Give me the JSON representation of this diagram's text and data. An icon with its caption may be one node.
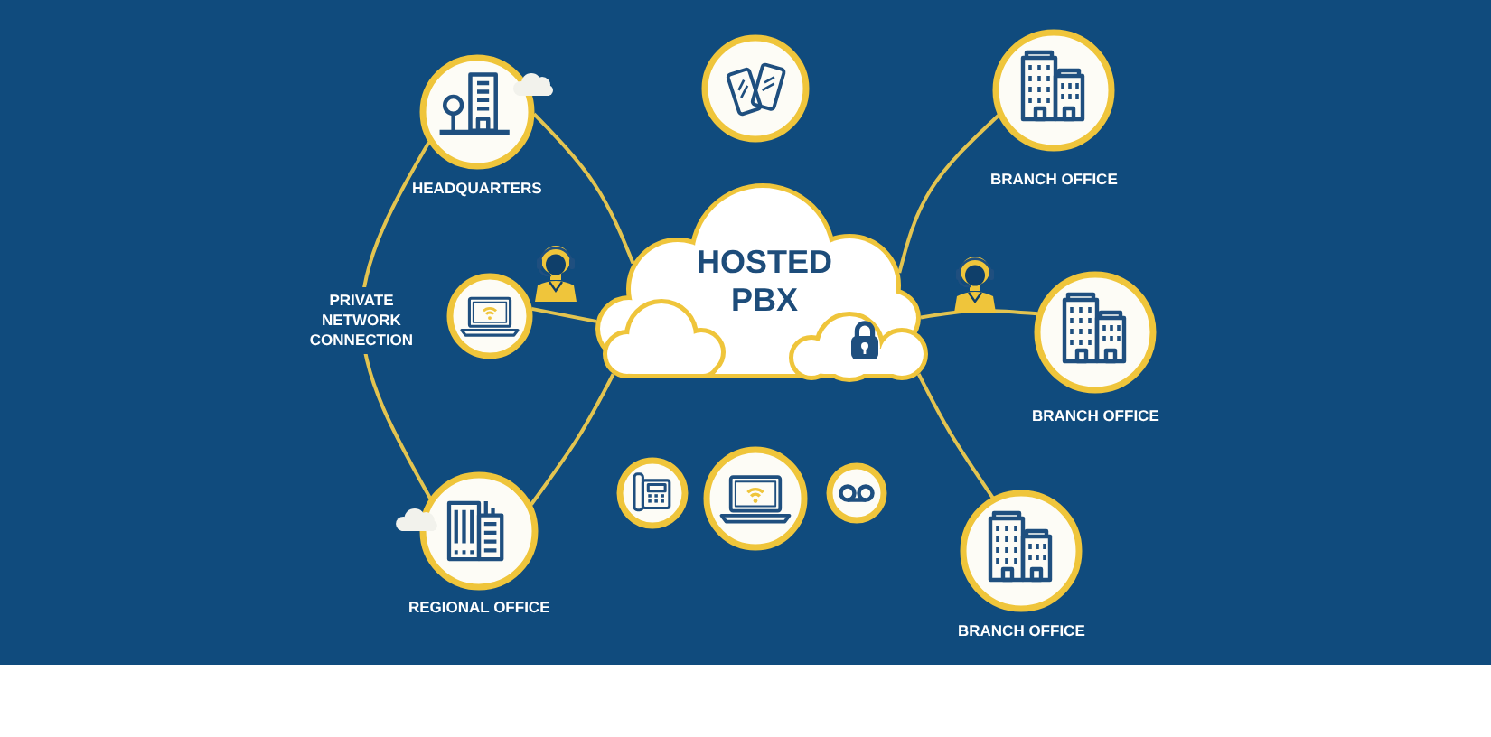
{
  "diagram": {
    "nodes": [
      {
        "text": [
          "HEADQUARTERS"
        ]
      },
      {
        "text": [],
        "shape": "circle"
      },
      {
        "text": [
          "BRANCH OFFICE"
        ]
      },
      {
        "text": [
          "HOSTED PBX"
        ]
      },
      {
        "text": [],
        "shape": "circle"
      },
      {
        "text": [
          "BRANCH OFFICE"
        ]
      },
      {
        "text": [],
        "shape": "circle"
      },
      {
        "text": [],
        "shape": "circle"
      },
      {
        "text": [],
        "shape": "circle"
      },
      {
        "text": [
          "REGIONAL OFFICE"
        ]
      },
      {
        "text": [
          "BRANCH OFFICE"
        ]
      }
    ],
    "edges": [
      {
        "from": 0,
        "to": 3,
        "arrow": "none"
      },
      {
        "from": 0,
        "to": 9,
        "arrow": "none",
        "label": "PRIVATE NETWORK CONNECTION"
      },
      {
        "from": 4,
        "to": 3,
        "arrow": "none"
      },
      {
        "from": 3,
        "to": 2,
        "arrow": "none"
      },
      {
        "from": 3,
        "to": 5,
        "arrow": "none"
      },
      {
        "from": 3,
        "to": 10,
        "arrow": "none"
      },
      {
        "from": 3,
        "to": 9,
        "arrow": "none"
      }
    ]
  }
}
